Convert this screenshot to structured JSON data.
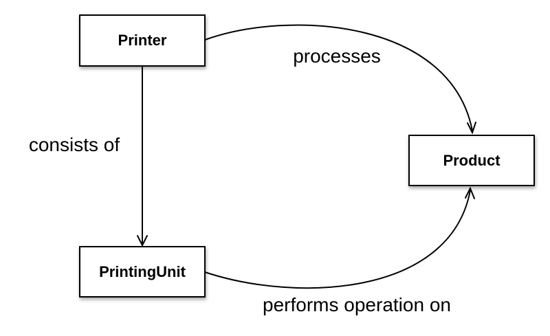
{
  "diagram": {
    "type": "concept-map",
    "background_color": "#ffffff",
    "line_color": "#000000",
    "text_color": "#000000",
    "node_fill_color": "#ffffff",
    "nodes": [
      {
        "id": "printer",
        "label": "Printer"
      },
      {
        "id": "product",
        "label": "Product"
      },
      {
        "id": "printing_unit",
        "label": "PrintingUnit"
      }
    ],
    "edges": [
      {
        "from": "Printer",
        "to": "Product",
        "label": "processes",
        "style": "curved-arrow"
      },
      {
        "from": "Printer",
        "to": "PrintingUnit",
        "label": "consists of",
        "style": "straight-arrow"
      },
      {
        "from": "PrintingUnit",
        "to": "Product",
        "label": "performs operation on",
        "style": "curved-arrow"
      }
    ]
  }
}
